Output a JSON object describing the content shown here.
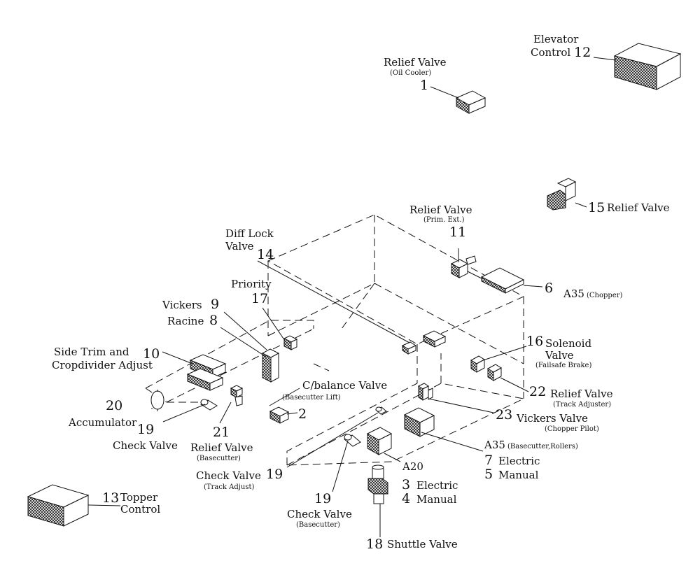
{
  "parts": [
    {
      "id": "relief-valve-oil-cooler",
      "number": "1",
      "label": "Relief Valve",
      "sublabel": "(Oil Cooler)"
    },
    {
      "id": "elevator-control",
      "number": "12",
      "label": "Elevator",
      "label2": "Control"
    },
    {
      "id": "relief-valve-15",
      "number": "15",
      "label": "Relief Valve"
    },
    {
      "id": "relief-valve-prim-ext",
      "number": "11",
      "label": "Relief Valve",
      "sublabel": "(Prim. Ext.)"
    },
    {
      "id": "diff-lock-valve",
      "number": "14",
      "label": "Diff Lock",
      "label2": "Valve"
    },
    {
      "id": "a35-chopper",
      "number": "6",
      "label": "A35",
      "sublabel": "(Chopper)"
    },
    {
      "id": "priority",
      "number": "17",
      "label": "Priority"
    },
    {
      "id": "vickers",
      "number": "9",
      "label": "Vickers"
    },
    {
      "id": "racine",
      "number": "8",
      "label": "Racine"
    },
    {
      "id": "side-trim",
      "number": "10",
      "label": "Side Trim and",
      "label2": "Cropdivider Adjust"
    },
    {
      "id": "solenoid-valve",
      "number": "16",
      "label": "Solenoid",
      "label2": "Valve",
      "sublabel": "(Failsafe Brake)"
    },
    {
      "id": "cbalance-valve",
      "number": "2",
      "label": "C/balance Valve",
      "sublabel": "(Basecutter Lift)"
    },
    {
      "id": "accumulator",
      "number": "20",
      "label": "Accumulator"
    },
    {
      "id": "relief-valve-track",
      "number": "22",
      "label": "Relief Valve",
      "sublabel": "(Track Adjuster)"
    },
    {
      "id": "vickers-valve",
      "number": "23",
      "label": "Vickers Valve",
      "sublabel": "(Chopper Pilot)"
    },
    {
      "id": "check-valve-left",
      "number": "19",
      "label": "Check Valve"
    },
    {
      "id": "relief-valve-basecutter",
      "number": "21",
      "label": "Relief Valve",
      "sublabel": "(Basecutter)"
    },
    {
      "id": "a35-basecutter",
      "number": "7",
      "label": "A35",
      "sublabel": "(Basecutter,Rollers)",
      "label2": "Electric",
      "number2": "5",
      "label3": "Manual"
    },
    {
      "id": "check-valve-track",
      "number": "19",
      "label": "Check Valve",
      "sublabel": "(Track Adjust)"
    },
    {
      "id": "a20",
      "number": "3",
      "label": "A20",
      "label2": "Electric",
      "number2": "4",
      "label3": "Manual"
    },
    {
      "id": "check-valve-basecutter",
      "number": "19",
      "label": "Check Valve",
      "sublabel": "(Basecutter)"
    },
    {
      "id": "topper-control",
      "number": "13",
      "label": "Topper",
      "label2": "Control"
    },
    {
      "id": "shuttle-valve",
      "number": "18",
      "label": "Shuttle Valve"
    }
  ]
}
